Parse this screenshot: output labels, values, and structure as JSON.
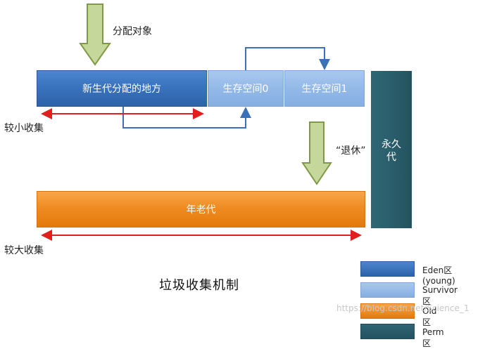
{
  "diagram": {
    "allocate_label": "分配对象",
    "eden_label": "新生代分配的地方",
    "survivor0_label": "生存空间0",
    "survivor1_label": "生存空间1",
    "perm_label": "永久代",
    "old_label": "年老代",
    "minor_gc_label": "较小收集",
    "major_gc_label": "较大收集",
    "retire_label": "“退休”",
    "title": "垃圾收集机制"
  },
  "legend": [
    {
      "label": "Eden区(young)",
      "color": "#3a73be"
    },
    {
      "label": "Survivor区",
      "color": "#93b9e8"
    },
    {
      "label": "Old区",
      "color": "#f08c22"
    },
    {
      "label": "Perm区",
      "color": "#2a5e6c"
    }
  ],
  "watermark": "https://blog.csdn.net/Science_1",
  "colors": {
    "arrow_fill": "#c6d79b",
    "arrow_stroke": "#7f9a45",
    "flow_line": "#3b71b6",
    "range_arrow": "#e0201c"
  }
}
